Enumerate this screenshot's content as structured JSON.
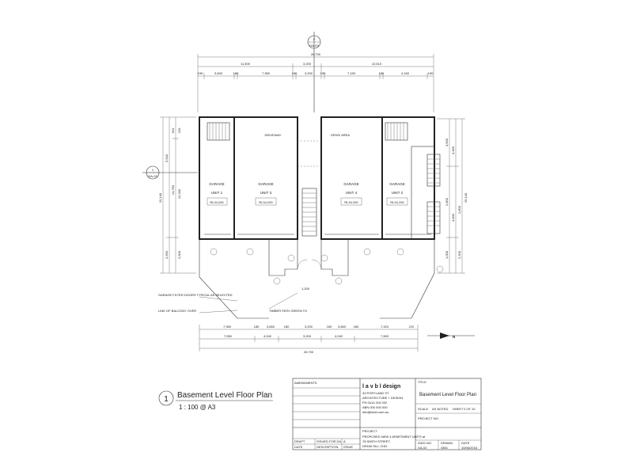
{
  "plan": {
    "section_marker_top": {
      "number": "2",
      "sheet": "DA-03"
    },
    "section_marker_left": {
      "number": "1",
      "sheet": "DA-03"
    },
    "top_dims": {
      "overall": "26,700",
      "row2": [
        "11,500",
        "3,200",
        "10,510"
      ],
      "row3": [
        "190",
        "3,600",
        "180",
        "7,350",
        "180",
        "3,200",
        "190",
        "7,150",
        "180",
        "4,160",
        "190"
      ]
    },
    "bottom_dims": {
      "row1": [
        "7,350",
        "180",
        "3,650",
        "180",
        "3,200",
        "180",
        "3,660",
        "180",
        "7,320",
        "210"
      ],
      "row2": [
        "7,550",
        "4,040",
        "3,200",
        "4,040",
        "7,500"
      ],
      "overall": "26,700"
    },
    "left_dims": [
      "15,140",
      "5,540",
      "2,650",
      "14,760",
      "12,200",
      "2,900",
      "220",
      "610"
    ],
    "right_dims": [
      "3,600",
      "2,800",
      "15,140",
      "2,800",
      "3,460",
      "4,400",
      "1,000",
      "2,200"
    ],
    "rooms": [
      {
        "name": "GARAGE",
        "unit": "UNIT 1",
        "rl": "RL34.200"
      },
      {
        "name": "GARAGE",
        "unit": "UNIT 3",
        "rl": "RL34.200"
      },
      {
        "name": "GARAGE",
        "unit": "UNIT 4",
        "rl": "RL34.200"
      },
      {
        "name": "GARAGE",
        "unit": "UNIT 2",
        "rl": "RL34.200"
      }
    ],
    "driveway_labels": [
      "DRIVEWAY",
      "DRIVE AREA"
    ],
    "notes": [
      "GARAGE FILTER DOORS TYPICAL AS SELECTED",
      "LINE OF BALCONY OVER",
      "TIMBER PATH GREEN TO",
      "1,200"
    ],
    "north_label": "N"
  },
  "title": {
    "number": "1",
    "name": "Basement Level Floor Plan",
    "scale": "1 : 100 @ A3"
  },
  "titleblock": {
    "amendments_label": "AMENDMENTS",
    "amend_row": [
      "DRAFT",
      "ISSUED FOR DA",
      "A"
    ],
    "col_labels": [
      "DATE",
      "DESCRIPTION",
      "ISSUE"
    ],
    "firm": "l a v b l design",
    "firm_lines": [
      "33 PORTLAND ST",
      "ARCHITECTURE + DESIGN",
      "PH 0414 315 002",
      "ABN 000 000 000",
      "info@lavbl.com.au"
    ],
    "title_label": "TITLE",
    "title_value": "Basement Level Floor Plan",
    "scale_label": "SCALE",
    "scale_value": "AS NOTED",
    "sheet_label": "SHEET",
    "sheet_value": "2 OF 10",
    "project_no_label": "PROJECT NO.",
    "project_label": "PROJECT",
    "project_lines": [
      "PROPOSED NEW 4 APARTMENT UNITS at",
      "78 SMITH STREET,",
      "DRUM HILL 2152"
    ],
    "dwg_no_label": "DWG NO.",
    "dwg_no_value": "DA-02",
    "drawn_label": "DRAWN",
    "drawn_value": "GBG",
    "date_label": "DATE",
    "date_value": "10/06/2016"
  }
}
